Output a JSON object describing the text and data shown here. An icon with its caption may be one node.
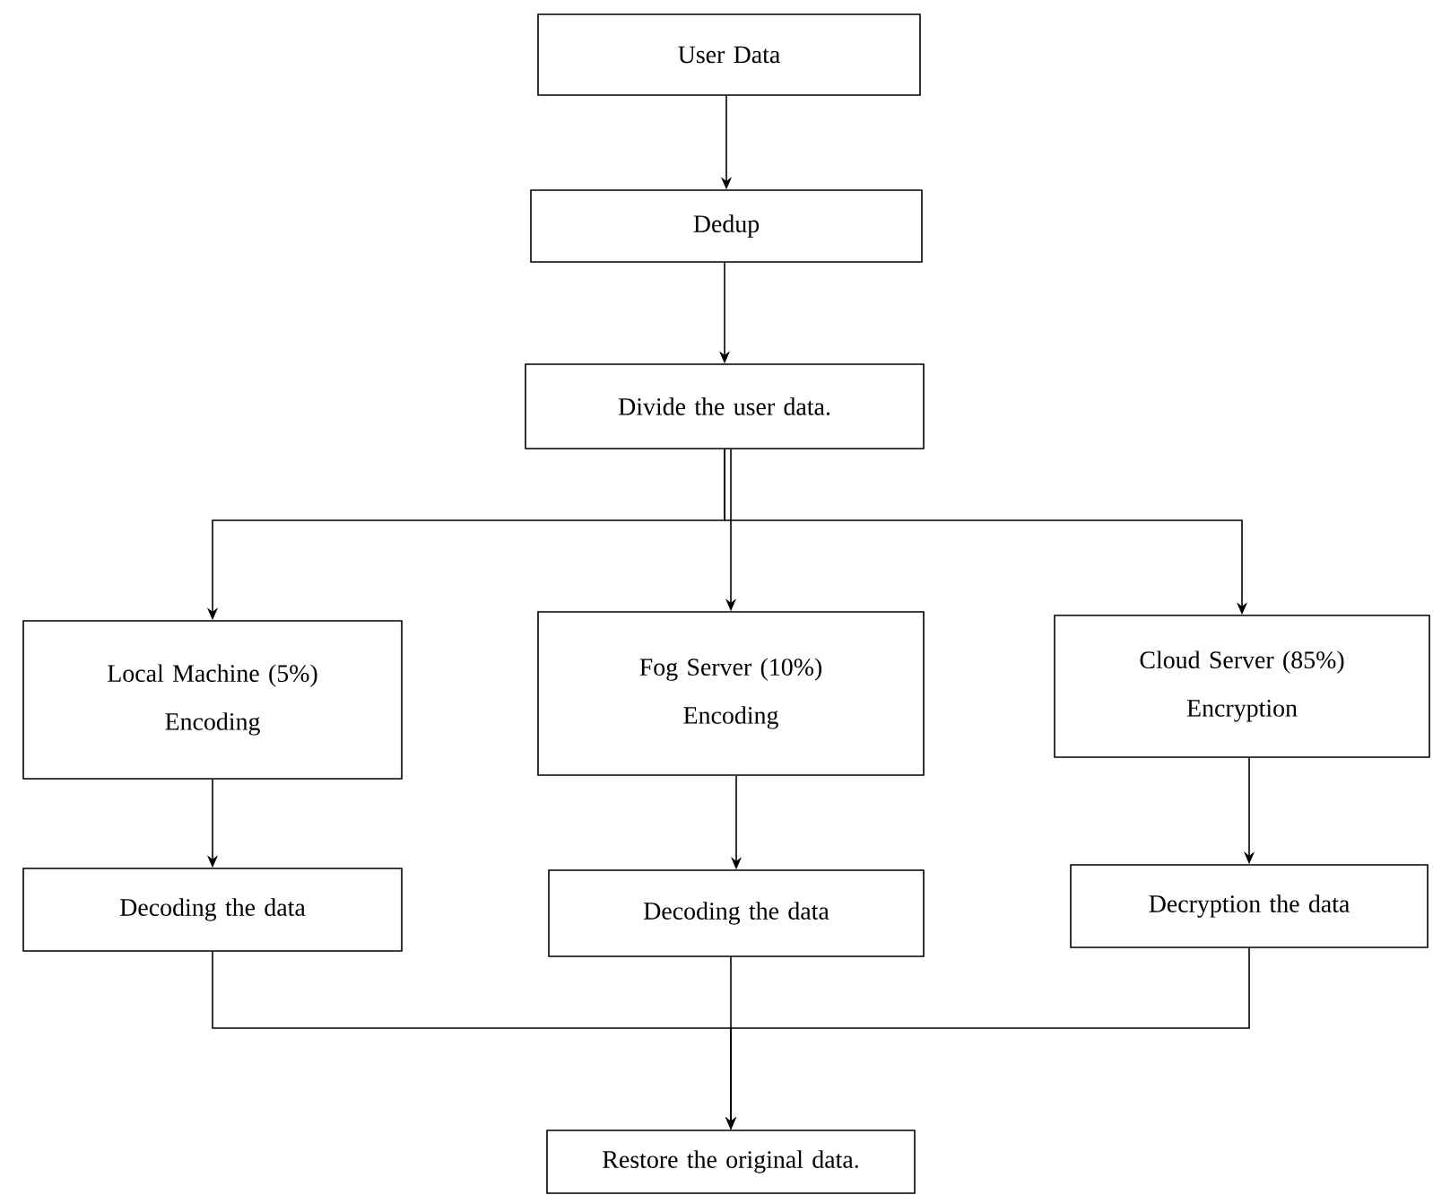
{
  "diagram": {
    "nodes": [
      {
        "text": [
          "User Data"
        ]
      },
      {
        "text": [
          "Dedup"
        ]
      },
      {
        "text": [
          "Divide the user data."
        ]
      },
      {
        "text": [
          "Local Machine (5%)",
          "Encoding"
        ]
      },
      {
        "text": [
          "Fog Server (10%)",
          "Encoding"
        ]
      },
      {
        "text": [
          "Cloud Server (85%)",
          "Encryption"
        ]
      },
      {
        "text": [
          "Decoding the data"
        ]
      },
      {
        "text": [
          "Decoding the data"
        ]
      },
      {
        "text": [
          "Decryption the data"
        ]
      },
      {
        "text": [
          "Restore the original data."
        ]
      }
    ],
    "edges": [
      {
        "from": 0,
        "to": 1,
        "arrow": "to"
      },
      {
        "from": 1,
        "to": 2,
        "arrow": "to"
      },
      {
        "from": 2,
        "to": 3,
        "arrow": "to"
      },
      {
        "from": 2,
        "to": 4,
        "arrow": "to"
      },
      {
        "from": 2,
        "to": 5,
        "arrow": "to"
      },
      {
        "from": 3,
        "to": 6,
        "arrow": "to"
      },
      {
        "from": 4,
        "to": 7,
        "arrow": "to"
      },
      {
        "from": 5,
        "to": 8,
        "arrow": "to"
      },
      {
        "from": 6,
        "to": 9,
        "arrow": "to"
      },
      {
        "from": 7,
        "to": 9,
        "arrow": "to"
      },
      {
        "from": 8,
        "to": 9,
        "arrow": "to"
      }
    ]
  }
}
